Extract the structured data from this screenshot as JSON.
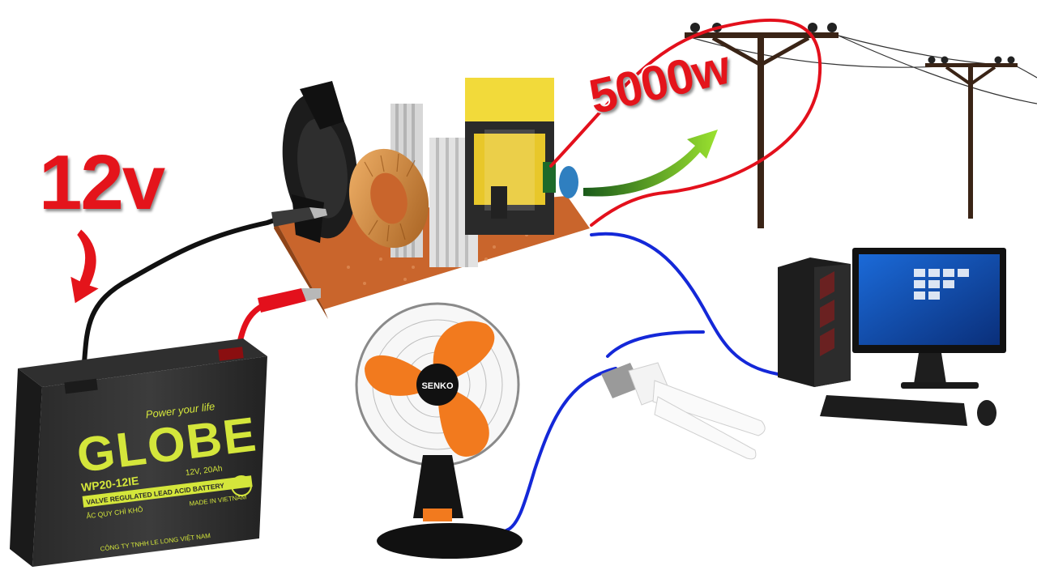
{
  "labels": {
    "input_voltage": "12v",
    "output_power": "5000w"
  },
  "battery": {
    "brand": "GLOBE",
    "slogan": "Power your life",
    "model": "WP20-12IE",
    "rating": "12V, 20Ah",
    "type": "VALVE REGULATED LEAD ACID BATTERY",
    "local_type": "ẮC QUY CHÌ KHÔ",
    "origin": "MADE IN VIETNAM",
    "maker": "CÔNG TY TNHH LE LONG VIỆT NAM"
  },
  "fan": {
    "brand": "SENKO"
  },
  "colors": {
    "label_red": "#e4141b",
    "wire_red": "#e3101c",
    "wire_blue": "#1428d8",
    "wire_black": "#111111",
    "fan_orange": "#f27a1e",
    "pcb": "#c9652c"
  }
}
